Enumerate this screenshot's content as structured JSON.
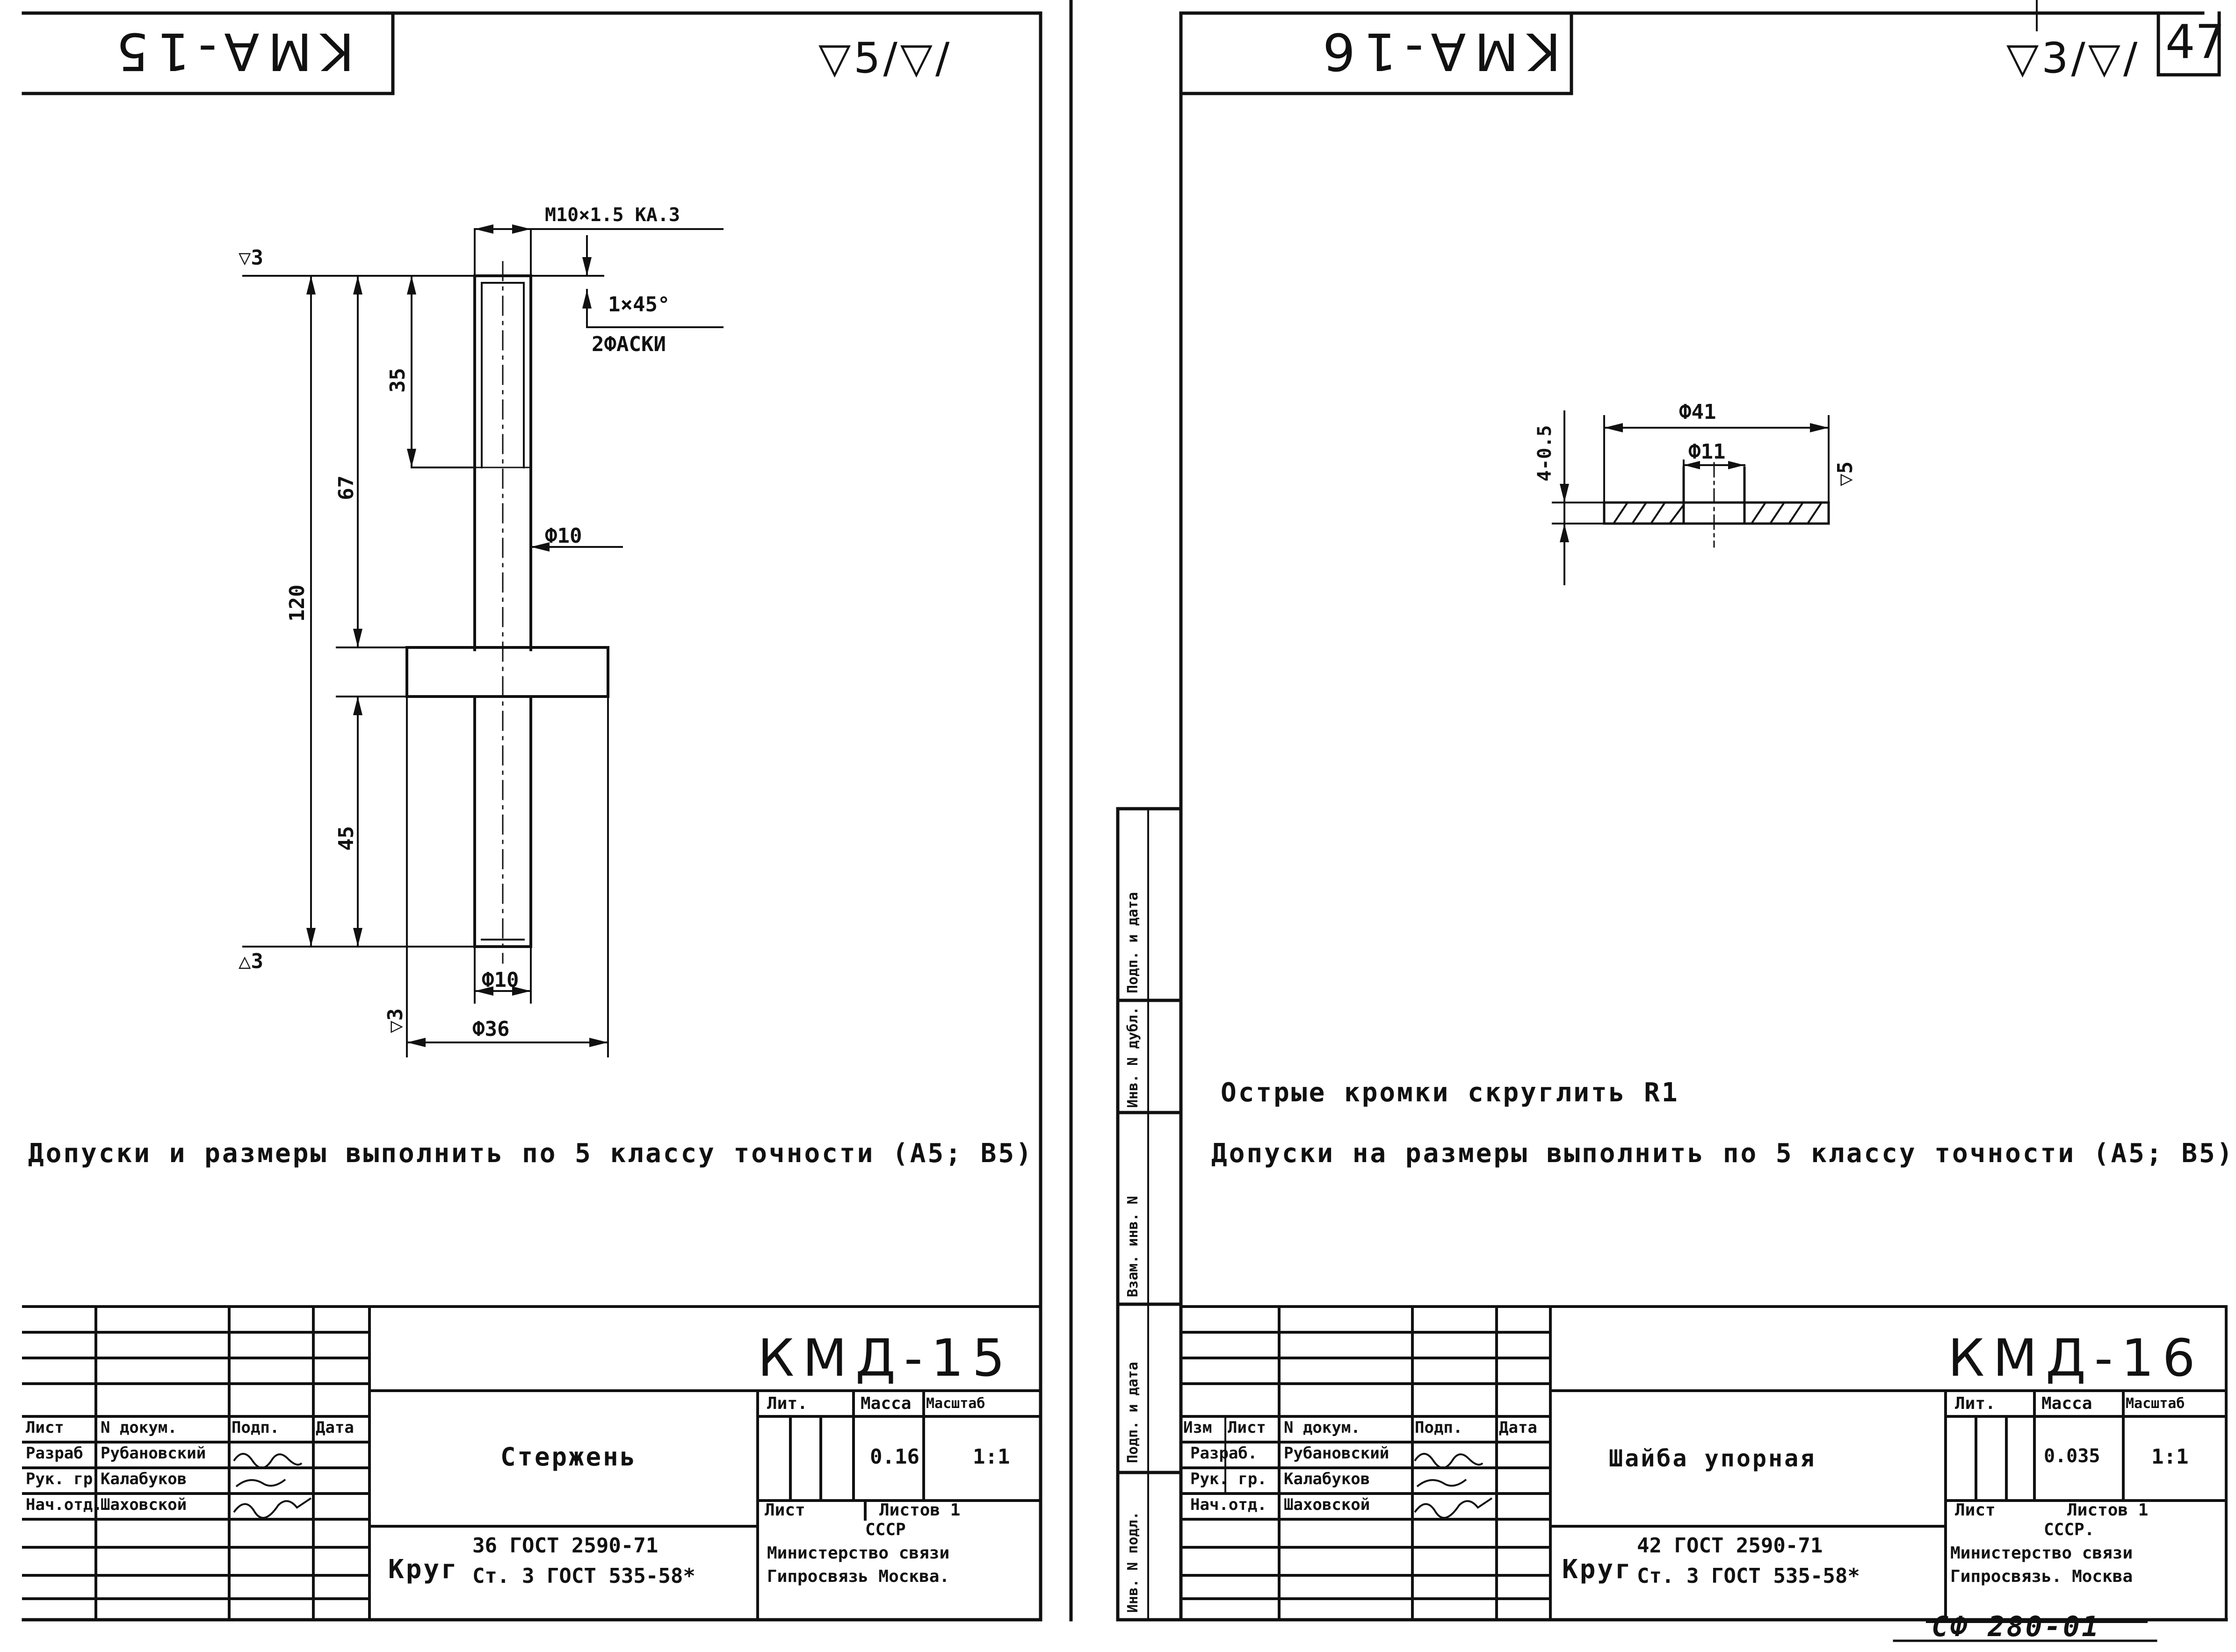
{
  "left": {
    "corner_stamp": "KMA-15",
    "roughness": "▽5/▽/",
    "dims": {
      "thread": "M10×1.5 KA.3",
      "chamfer": "1×45°",
      "chamfer_note": "2ФАСКИ",
      "d35": "35",
      "d67": "67",
      "d120": "120",
      "d45": "45",
      "phi10_top": "Ф10",
      "phi10_bottom": "Ф10",
      "phi36": "Ф36",
      "rough_top": "▽3",
      "rough_bottom": "△3",
      "rough_side": "▽3"
    },
    "note": "Допуски и размеры выполнить по 5 классу точности (A5; B5)",
    "title_block": {
      "code": "КМД-15",
      "lit_label": "Лит.",
      "mass_label": "Масса",
      "scale_label": "Масштаб",
      "mass": "0.16",
      "scale": "1:1",
      "sheet_label": "Лист",
      "sheets_label": "Листов 1",
      "name": "Стержень",
      "material_prefix": "Круг",
      "material_top": "36 ГОСТ 2590-71",
      "material_bottom": "Ст. 3 ГОСТ 535-58*",
      "org1": "СССР",
      "org2": "Министерство связи",
      "org3": "Гипросвязь Москва.",
      "rows": [
        {
          "role": "Лист",
          "name": "N докум.",
          "sign": "Подп.",
          "date": "Дата"
        },
        {
          "role": "Разраб",
          "name": "Рубановский",
          "sign": "",
          "date": ""
        },
        {
          "role": "Рук. гр",
          "name": "Калабуков",
          "sign": "",
          "date": ""
        },
        {
          "role": "Нач.отд.",
          "name": "Шаховской",
          "sign": "",
          "date": ""
        }
      ]
    }
  },
  "right": {
    "corner_stamp": "KMA-16",
    "roughness": "▽3/▽/",
    "page_number": "47",
    "dims": {
      "phi41": "Ф41",
      "phi11": "Ф11",
      "thick": "4-0.5",
      "rough": "▽5"
    },
    "note1": "Острые кромки скруглить R1",
    "note2": "Допуски на размеры выполнить по 5 классу точности (A5; B5)",
    "side_labels": [
      "Инв. N подл.",
      "Подп. и дата",
      "Взам. инв. N",
      "Инв. N дубл.",
      "Подп. и дата"
    ],
    "title_block": {
      "code": "КМД-16",
      "lit_label": "Лит.",
      "mass_label": "Масса",
      "scale_label": "Масштаб",
      "mass": "0.035",
      "scale": "1:1",
      "sheet_label": "Лист",
      "sheets_label": "Листов 1",
      "name": "Шайба упорная",
      "material_prefix": "Круг",
      "material_top": "42 ГОСТ 2590-71",
      "material_bottom": "Ст. 3 ГОСТ 535-58*",
      "org1": "СССР.",
      "org2": "Министерство связи",
      "org3": "Гипросвязь. Москва",
      "rows": [
        {
          "role": "Изм",
          "sheet": "Лист",
          "name": "N докум.",
          "sign": "Подп.",
          "date": "Дата"
        },
        {
          "role": "Разраб.",
          "name": "Рубановский",
          "sign": "",
          "date": ""
        },
        {
          "role": "Рук. гр.",
          "name": "Калабуков",
          "sign": "",
          "date": ""
        },
        {
          "role": "Нач.отд.",
          "name": "Шаховской",
          "sign": "",
          "date": ""
        }
      ]
    },
    "footer_code": "СФ 280-01"
  }
}
